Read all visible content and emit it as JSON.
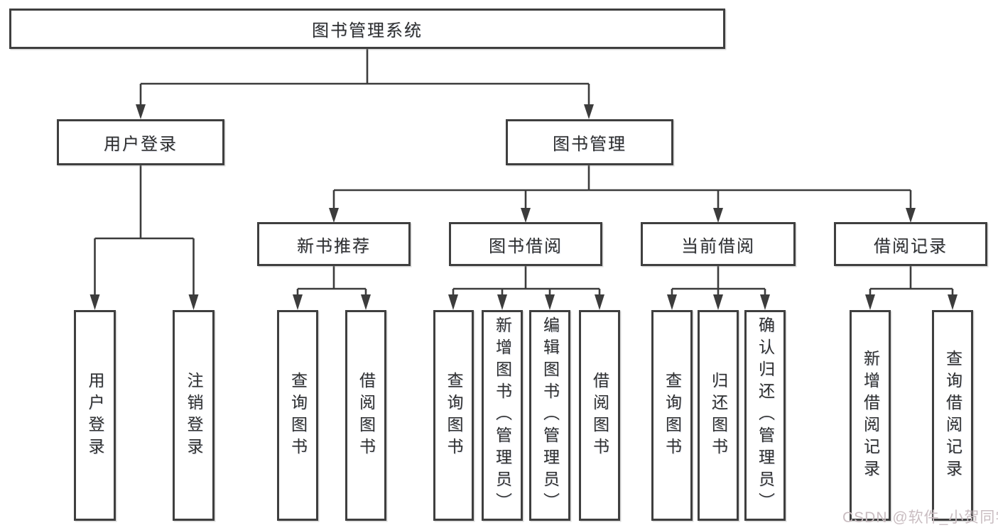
{
  "tree": {
    "label": "图书管理系统",
    "children": [
      {
        "label": "用户登录",
        "children": [
          {
            "label": "用户登录"
          },
          {
            "label": "注销登录"
          }
        ]
      },
      {
        "label": "图书管理",
        "children": [
          {
            "label": "新书推荐",
            "children": [
              {
                "label": "查询图书"
              },
              {
                "label": "借阅图书"
              }
            ]
          },
          {
            "label": "图书借阅",
            "children": [
              {
                "label": "查询图书"
              },
              {
                "label": "新增图书（管理员）"
              },
              {
                "label": "编辑图书（管理员）"
              },
              {
                "label": "借阅图书"
              }
            ]
          },
          {
            "label": "当前借阅",
            "children": [
              {
                "label": "查询图书"
              },
              {
                "label": "归还图书"
              },
              {
                "label": "确认归还（管理员）"
              }
            ]
          },
          {
            "label": "借阅记录",
            "children": [
              {
                "label": "新增借阅记录"
              },
              {
                "label": "查询借阅记录"
              }
            ]
          }
        ]
      }
    ]
  },
  "watermark": {
    "text": "CSDN @软件_小贺同学"
  },
  "colors": {
    "line": "#3c3c3c",
    "border": "#3f3f3f",
    "text": "#2f2f2f",
    "watermark": "#c9bdc1",
    "background": "#ffffff"
  }
}
